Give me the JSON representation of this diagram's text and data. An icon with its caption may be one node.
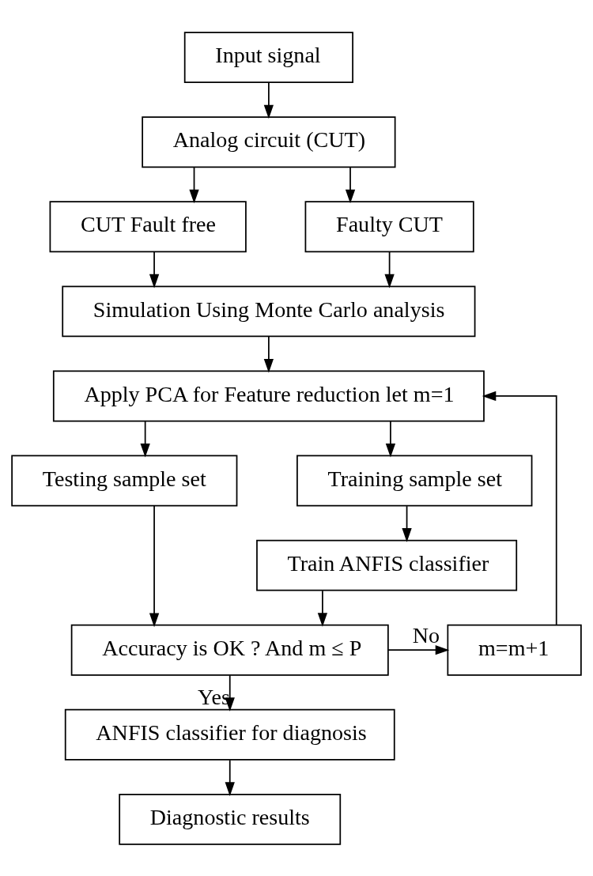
{
  "diagram": {
    "nodes": [
      {
        "text": [
          "Input signal"
        ]
      },
      {
        "text": [
          "Analog circuit (CUT)"
        ]
      },
      {
        "text": [
          "CUT Fault free"
        ]
      },
      {
        "text": [
          "Faulty CUT"
        ]
      },
      {
        "text": [
          "Simulation Using Monte Carlo analysis"
        ]
      },
      {
        "text": [
          "Apply PCA for Feature reduction let m=1"
        ]
      },
      {
        "text": [
          "Testing sample set"
        ]
      },
      {
        "text": [
          "Training sample set"
        ]
      },
      {
        "text": [
          "Train ANFIS classifier"
        ]
      },
      {
        "text": [
          "Accuracy is OK ? And m ≤ P"
        ]
      },
      {
        "text": [
          "m=m+1"
        ]
      },
      {
        "text": [
          "ANFIS classifier for diagnosis"
        ]
      },
      {
        "text": [
          "Diagnostic results"
        ]
      }
    ],
    "edges": [
      {
        "from": 0,
        "to": 1,
        "arrow": "to"
      },
      {
        "from": 1,
        "to": 2,
        "arrow": "to"
      },
      {
        "from": 1,
        "to": 3,
        "arrow": "to"
      },
      {
        "from": 2,
        "to": 4,
        "arrow": "to"
      },
      {
        "from": 3,
        "to": 4,
        "arrow": "to"
      },
      {
        "from": 4,
        "to": 5,
        "arrow": "to"
      },
      {
        "from": 5,
        "to": 6,
        "arrow": "to"
      },
      {
        "from": 5,
        "to": 7,
        "arrow": "to"
      },
      {
        "from": 7,
        "to": 8,
        "arrow": "to"
      },
      {
        "from": 6,
        "to": 9,
        "arrow": "to"
      },
      {
        "from": 8,
        "to": 9,
        "arrow": "to"
      },
      {
        "from": 9,
        "to": 10,
        "arrow": "to",
        "label": "No"
      },
      {
        "from": 10,
        "to": 5,
        "arrow": "to"
      },
      {
        "from": 9,
        "to": 11,
        "arrow": "to",
        "label": "Yes"
      },
      {
        "from": 11,
        "to": 12,
        "arrow": "to"
      }
    ]
  }
}
